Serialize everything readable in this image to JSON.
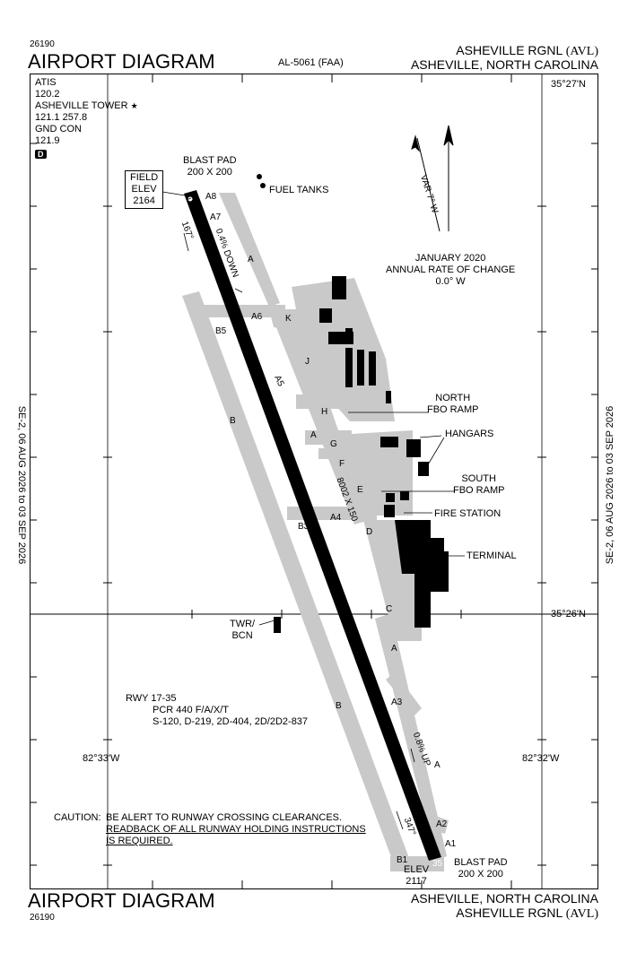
{
  "header": {
    "code": "26190",
    "title": "AIRPORT DIAGRAM",
    "procedure_id": "AL-5061 (FAA)",
    "airport_name": "ASHEVILLE RGNL",
    "airport_id": "(AVL)",
    "location": "ASHEVILLE, NORTH CAROLINA"
  },
  "footer": {
    "code": "26190",
    "title": "AIRPORT DIAGRAM",
    "location": "ASHEVILLE, NORTH CAROLINA",
    "airport_name": "ASHEVILLE RGNL",
    "airport_id": "(AVL)"
  },
  "side": {
    "left_validity": "SE-2, 06 AUG 2026 to 03 SEP 2026",
    "right_validity": "SE-2, 06 AUG 2026 to 03 SEP 2026"
  },
  "coords": {
    "lat_top": "35°27'N",
    "lat_mid": "35°26'N",
    "lon_left": "82°33'W",
    "lon_right": "82°32'W"
  },
  "freqs": {
    "atis_label": "ATIS",
    "atis_freq": "120.2",
    "tower_label": "ASHEVILLE TOWER",
    "tower_star": "★",
    "tower_freq": "121.1  257.8",
    "gnd_label": "GND CON",
    "gnd_freq": "121.9",
    "d_badge": "D"
  },
  "field_elev": {
    "line1": "FIELD",
    "line2": "ELEV",
    "value": "2164"
  },
  "runway": {
    "ident_n": "17",
    "ident_s": "35",
    "dims": "8002 X 150",
    "heading_n": "167°",
    "heading_s": "347°",
    "slope_n": "0.4% DOWN",
    "slope_s": "0.8% UP",
    "elev_s_label": "ELEV",
    "elev_s_value": "2117"
  },
  "blast_pad_n": {
    "line1": "BLAST PAD",
    "line2": "200 X 200"
  },
  "blast_pad_s": {
    "line1": "BLAST PAD",
    "line2": "200 X 200"
  },
  "magvar": {
    "var_label": "VAR 7° W",
    "date": "JANUARY 2020",
    "rate_label": "ANNUAL RATE OF CHANGE",
    "rate_value": "0.0° W"
  },
  "labels": {
    "fuel_tanks": "FUEL TANKS",
    "north_fbo_1": "NORTH",
    "north_fbo_2": "FBO RAMP",
    "hangars": "HANGARS",
    "south_fbo_1": "SOUTH",
    "south_fbo_2": "FBO RAMP",
    "fire_station": "FIRE STATION",
    "terminal": "TERMINAL",
    "twr_1": "TWR/",
    "twr_2": "BCN"
  },
  "taxiways": {
    "A8": "A8",
    "A7": "A7",
    "A6": "A6",
    "A5": "A5",
    "A4": "A4",
    "A3": "A3",
    "A2": "A2",
    "A1": "A1",
    "A_1": "A",
    "A_2": "A",
    "A_3": "A",
    "A_4": "A",
    "B5": "B5",
    "B3": "B3",
    "B1": "B1",
    "B_1": "B",
    "B_2": "B",
    "C": "C",
    "D": "D",
    "E": "E",
    "F": "F",
    "G": "G",
    "H": "H",
    "J": "J",
    "K": "K"
  },
  "rwy_info": {
    "line1": "RWY 17-35",
    "line2": "PCR 440 F/A/X/T",
    "line3": "S-120, D-219, 2D-404, 2D/2D2-837"
  },
  "caution": {
    "label": "CAUTION:",
    "line1": "BE ALERT TO RUNWAY CROSSING CLEARANCES.",
    "line2": "READBACK OF ALL RUNWAY HOLDING INSTRUCTIONS",
    "line3": "IS REQUIRED."
  },
  "colors": {
    "pavement": "#c9c9c9",
    "runway": "#000000",
    "building": "#000000"
  }
}
